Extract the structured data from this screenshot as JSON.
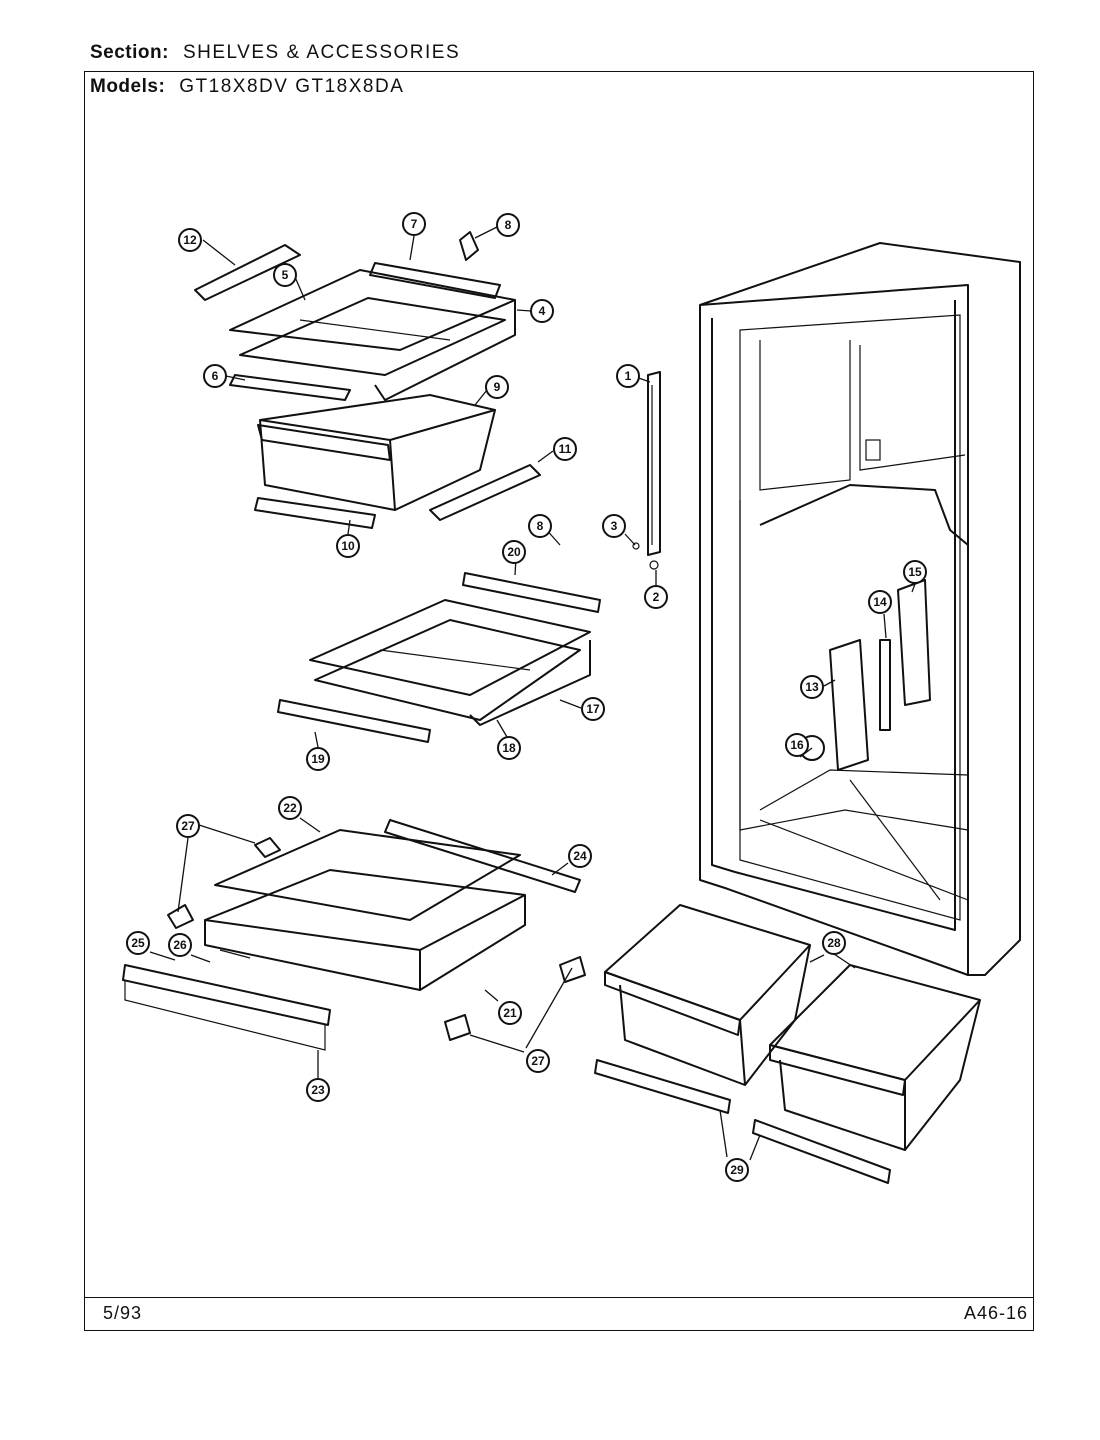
{
  "header": {
    "section_label": "Section:",
    "section_value": "SHELVES & ACCESSORIES",
    "models_label": "Models:",
    "models_value": "GT18X8DV    GT18X8DA"
  },
  "footer": {
    "date": "5/93",
    "code": "A46-16"
  },
  "callouts": [
    "1",
    "2",
    "3",
    "4",
    "5",
    "6",
    "7",
    "8",
    "8",
    "9",
    "10",
    "11",
    "12",
    "13",
    "14",
    "15",
    "16",
    "17",
    "18",
    "19",
    "20",
    "21",
    "22",
    "23",
    "24",
    "25",
    "26",
    "27",
    "27",
    "28",
    "29"
  ]
}
